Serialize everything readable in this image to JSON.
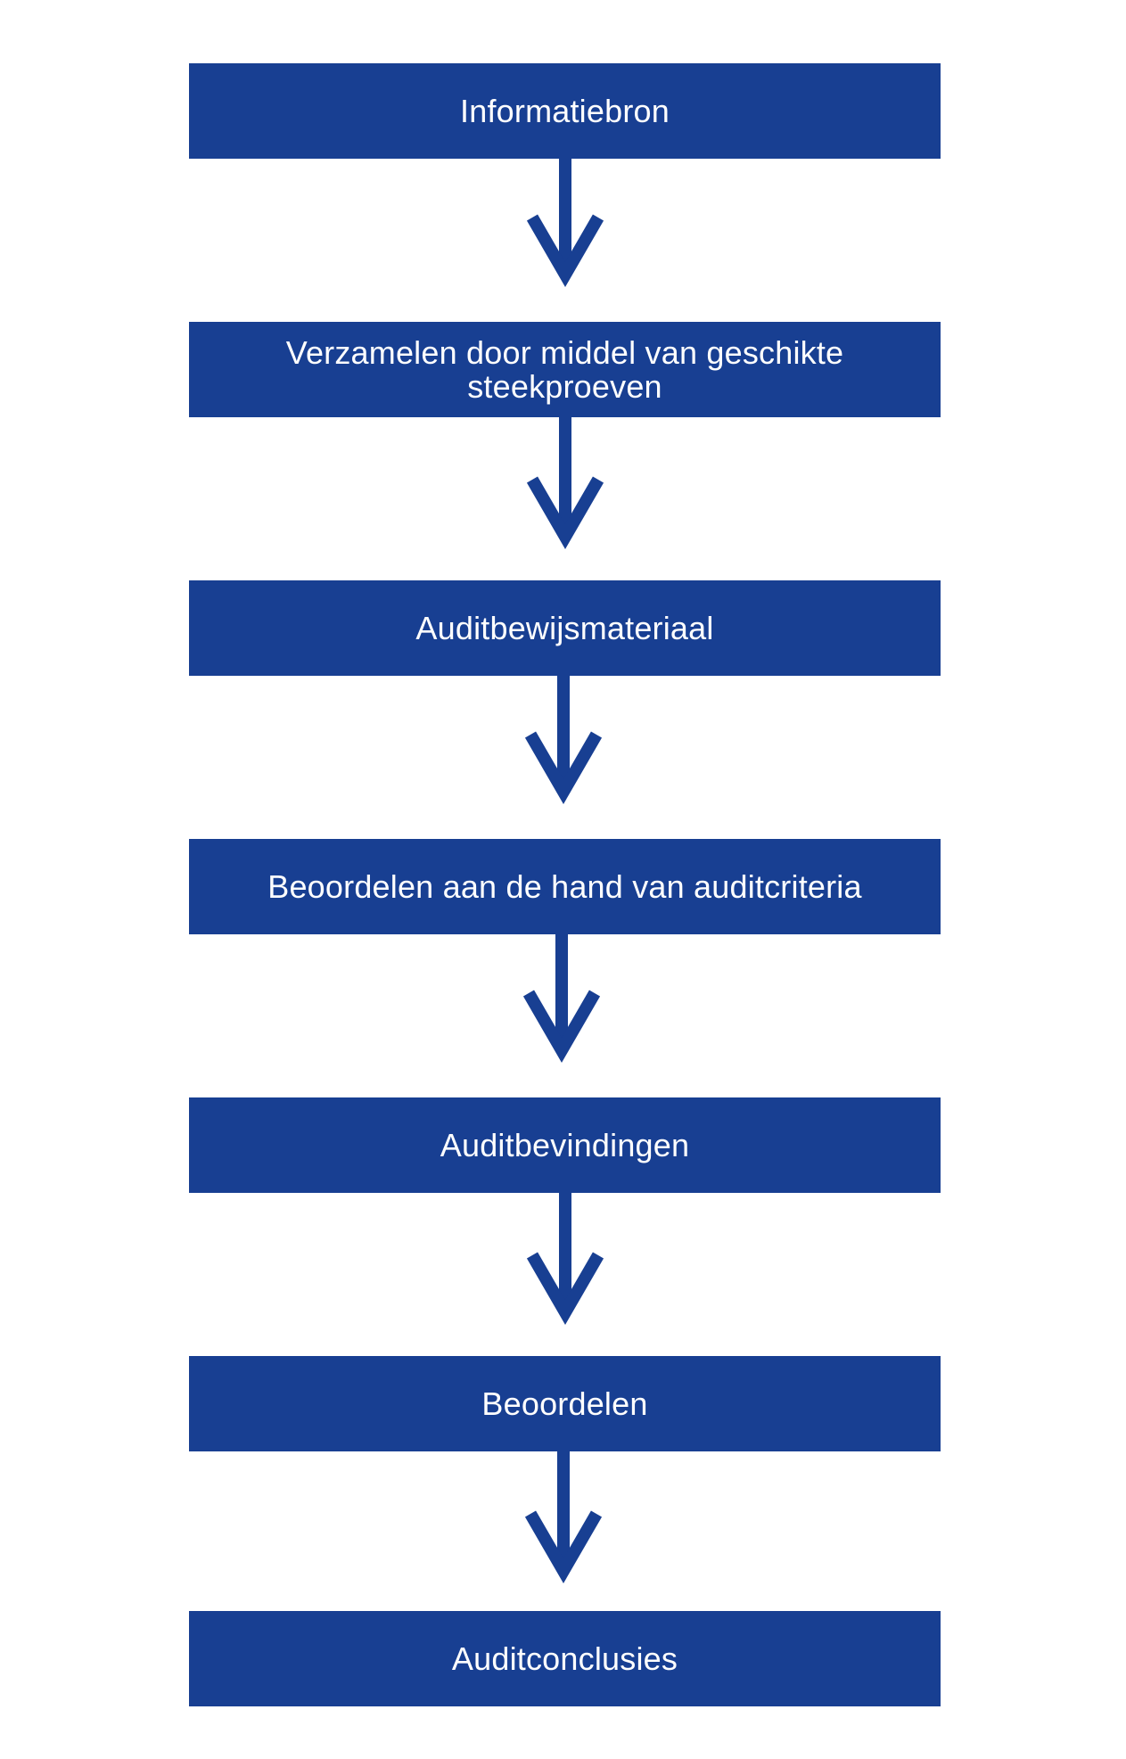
{
  "diagram": {
    "colors": {
      "box_fill": "#183f92",
      "box_text": "#ffffff",
      "arrow": "#183f92",
      "background": "#ffffff"
    },
    "steps": [
      {
        "label": "Informatiebron"
      },
      {
        "label": "Verzamelen door middel van geschikte steekproeven"
      },
      {
        "label": "Auditbewijsmateriaal"
      },
      {
        "label": "Beoordelen aan de hand van auditcriteria"
      },
      {
        "label": "Auditbevindingen"
      },
      {
        "label": "Beoordelen"
      },
      {
        "label": "Auditconclusies"
      }
    ],
    "connectors": [
      {
        "from": 0,
        "to": 1,
        "icon": "arrow-down-icon"
      },
      {
        "from": 1,
        "to": 2,
        "icon": "arrow-down-icon"
      },
      {
        "from": 2,
        "to": 3,
        "icon": "arrow-down-icon"
      },
      {
        "from": 3,
        "to": 4,
        "icon": "arrow-down-icon"
      },
      {
        "from": 4,
        "to": 5,
        "icon": "arrow-down-icon"
      },
      {
        "from": 5,
        "to": 6,
        "icon": "arrow-down-icon"
      }
    ]
  }
}
